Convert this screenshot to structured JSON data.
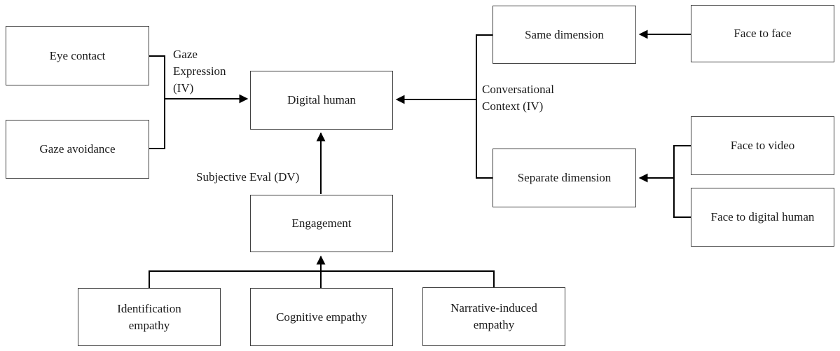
{
  "diagram": {
    "nodes": {
      "eye_contact": {
        "label": "Eye contact"
      },
      "gaze_avoidance": {
        "label": "Gaze avoidance"
      },
      "digital_human": {
        "label": "Digital human"
      },
      "same_dimension": {
        "label": "Same dimension"
      },
      "face_to_face": {
        "label": "Face to face"
      },
      "separate_dimension": {
        "label": "Separate dimension"
      },
      "face_to_video": {
        "label": "Face to video"
      },
      "face_to_digital_human": {
        "label": "Face to digital human"
      },
      "engagement": {
        "label": "Engagement"
      },
      "identification_empathy": {
        "label": "Identification",
        "label2": "empathy"
      },
      "cognitive_empathy": {
        "label": "Cognitive empathy"
      },
      "narrative_induced_empathy": {
        "label": "Narrative-induced",
        "label2": "empathy"
      }
    },
    "edge_labels": {
      "gaze_expression": {
        "line1": "Gaze",
        "line2": "Expression",
        "line3": "(IV)"
      },
      "conversational_context": {
        "line1": "Conversational",
        "line2": "Context (IV)"
      },
      "subjective_eval": {
        "line1": "Subjective Eval (DV)"
      }
    },
    "colors": {
      "line": "#000000",
      "box_border": "#404040",
      "text": "#1a1a1a",
      "background": "#ffffff"
    }
  }
}
